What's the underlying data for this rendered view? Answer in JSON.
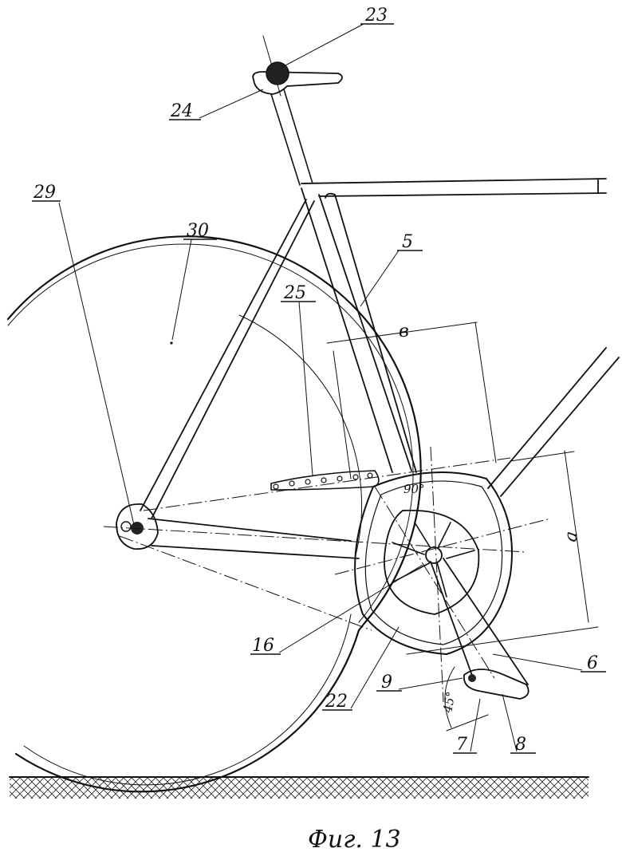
{
  "figure": {
    "caption": "Фиг. 13",
    "labels": {
      "l23": "23",
      "l24": "24",
      "l29": "29",
      "l30": "30",
      "l5": "5",
      "l25": "25",
      "lb": "в",
      "la": "а",
      "l16": "16",
      "l22": "22",
      "l9": "9",
      "l6": "6",
      "l7": "7",
      "l8": "8"
    },
    "angles": {
      "deg90": "90°",
      "deg45": "45°"
    }
  },
  "colors": {
    "ink": "#111111",
    "paper": "#ffffff"
  }
}
